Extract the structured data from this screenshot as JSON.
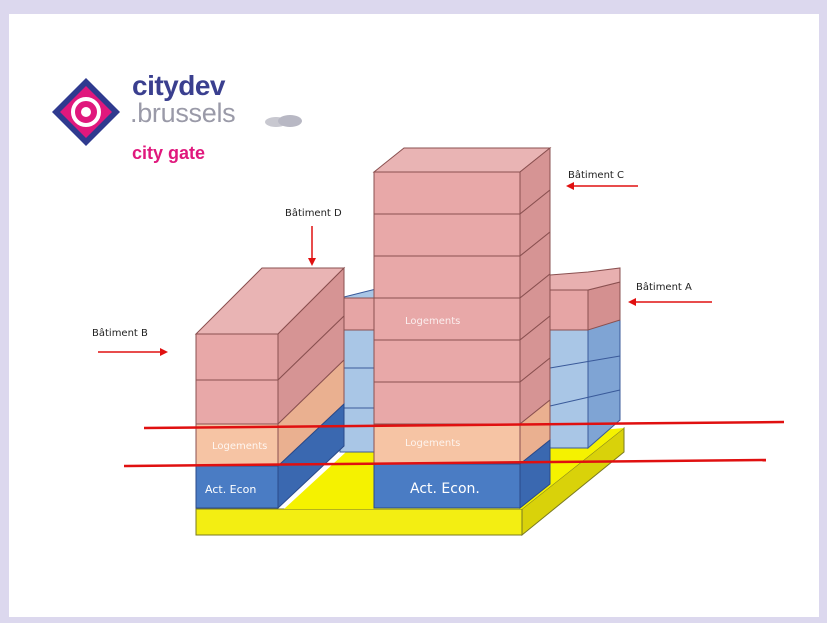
{
  "brand": {
    "line1": "citydev",
    "line2": ".brussels",
    "subtitle": "city gate",
    "icon": "citydev-logo-mark",
    "colors": {
      "blue": "#2f3a8f",
      "magenta": "#e0187d",
      "grey": "#9a9aa8"
    }
  },
  "labels": {
    "batiment_a": "Bâtiment A",
    "batiment_b": "Bâtiment B",
    "batiment_c": "Bâtiment C",
    "batiment_d": "Bâtiment D",
    "act_econ_small": "Act. Econ",
    "act_econ_large": "Act. Econ.",
    "logements": "Logements"
  },
  "colors": {
    "residential": "#e8a8a8",
    "equipment": "#f6c4a4",
    "economic": "#4a7cc4",
    "light_blue": "#9cbce0",
    "podium": "#f5f200",
    "section_line": "#e01010"
  }
}
